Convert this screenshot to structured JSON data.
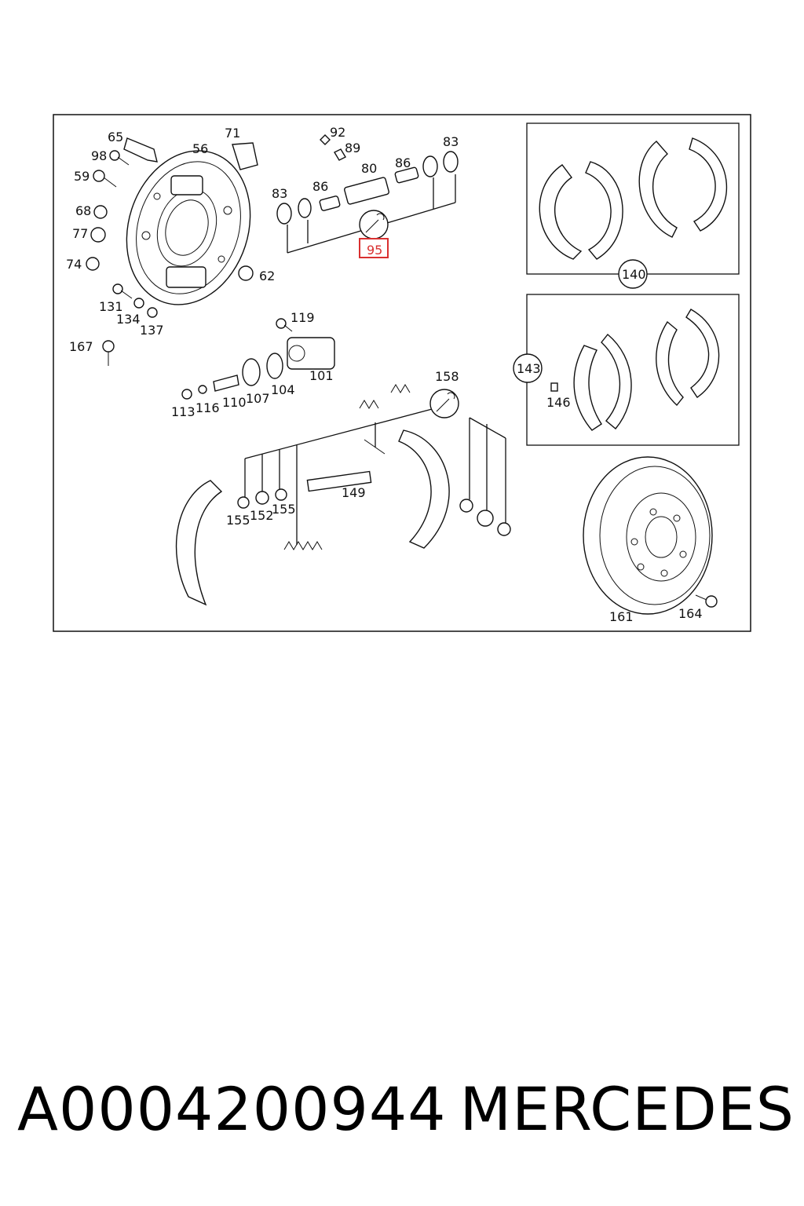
{
  "callouts": {
    "c65": "65",
    "c98": "98",
    "c59": "59",
    "c68": "68",
    "c77": "77",
    "c74": "74",
    "c56": "56",
    "c71": "71",
    "c62": "62",
    "c131": "131",
    "c134": "134",
    "c137": "137",
    "c167": "167",
    "c92": "92",
    "c89": "89",
    "c80": "80",
    "c86a": "86",
    "c86b": "86",
    "c83a": "83",
    "c83b": "83",
    "c95": "95",
    "c119": "119",
    "c101": "101",
    "c104": "104",
    "c107": "107",
    "c110": "110",
    "c116": "116",
    "c113": "113",
    "c158": "158",
    "c149": "149",
    "c155a": "155",
    "c152": "152",
    "c155b": "155",
    "c140": "140",
    "c143": "143",
    "c146": "146",
    "c161": "161",
    "c164": "164"
  },
  "highlight": {
    "part": "95",
    "color": "#d93030"
  },
  "caption": {
    "part_number": "A0004200944",
    "brand": "MERCEDES"
  }
}
